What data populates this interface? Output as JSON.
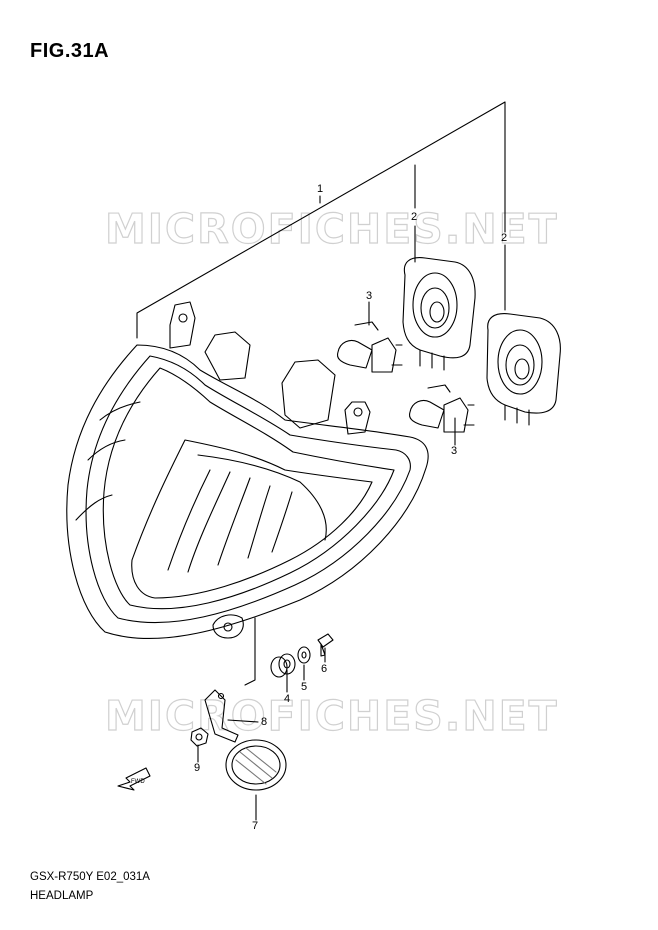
{
  "figure": {
    "title": "FIG.31A",
    "model_code": "GSX-R750Y E02_031A",
    "section_name": "HEADLAMP"
  },
  "watermark": {
    "text": "MICROFICHES.NET"
  },
  "callouts": [
    {
      "id": "c1",
      "label": "1"
    },
    {
      "id": "c2a",
      "label": "2"
    },
    {
      "id": "c2b",
      "label": "2"
    },
    {
      "id": "c3a",
      "label": "3"
    },
    {
      "id": "c3b",
      "label": "3"
    },
    {
      "id": "c4",
      "label": "4"
    },
    {
      "id": "c5",
      "label": "5"
    },
    {
      "id": "c6",
      "label": "6"
    },
    {
      "id": "c7",
      "label": "7"
    },
    {
      "id": "c8",
      "label": "8"
    },
    {
      "id": "c9",
      "label": "9"
    }
  ],
  "direction_marker": {
    "label": "FWD"
  }
}
